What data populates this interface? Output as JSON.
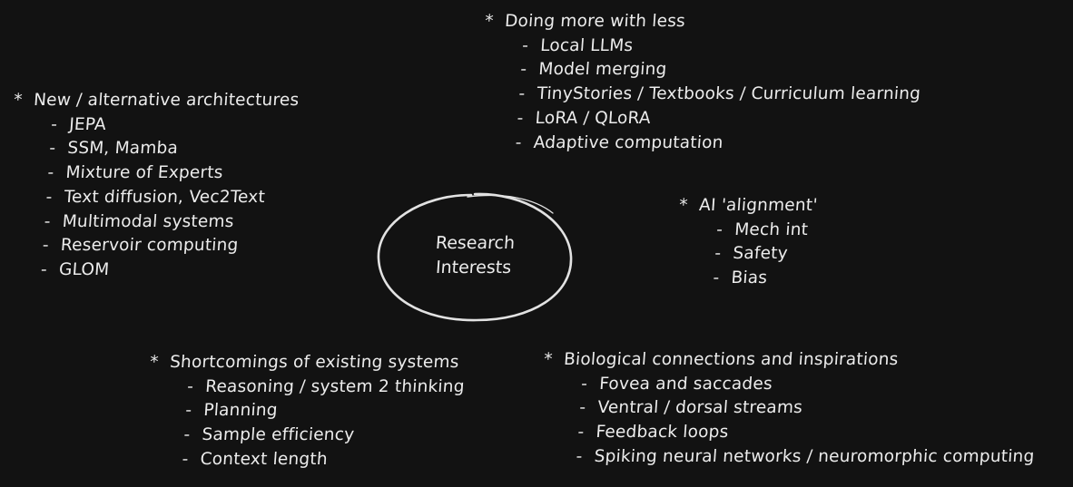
{
  "center": {
    "line1": "Research",
    "line2": "Interests"
  },
  "bullet_symbol": "*",
  "dash_symbol": "-",
  "groups": {
    "architectures": {
      "heading": "New / alternative architectures",
      "items": [
        "JEPA",
        "SSM, Mamba",
        "Mixture of Experts",
        "Text diffusion, Vec2Text",
        "Multimodal systems",
        "Reservoir computing",
        "GLOM"
      ]
    },
    "doing_more": {
      "heading": "Doing more with less",
      "items": [
        "Local LLMs",
        "Model merging",
        "TinyStories / Textbooks / Curriculum learning",
        "LoRA / QLoRA",
        "Adaptive computation"
      ]
    },
    "alignment": {
      "heading": "AI 'alignment'",
      "items": [
        "Mech int",
        "Safety",
        "Bias"
      ]
    },
    "shortcomings": {
      "heading": "Shortcomings of existing systems",
      "items": [
        "Reasoning / system 2 thinking",
        "Planning",
        "Sample efficiency",
        "Context length"
      ]
    },
    "biological": {
      "heading": "Biological connections and inspirations",
      "items": [
        "Fovea and saccades",
        "Ventral / dorsal streams",
        "Feedback loops",
        "Spiking neural networks / neuromorphic computing"
      ]
    }
  }
}
